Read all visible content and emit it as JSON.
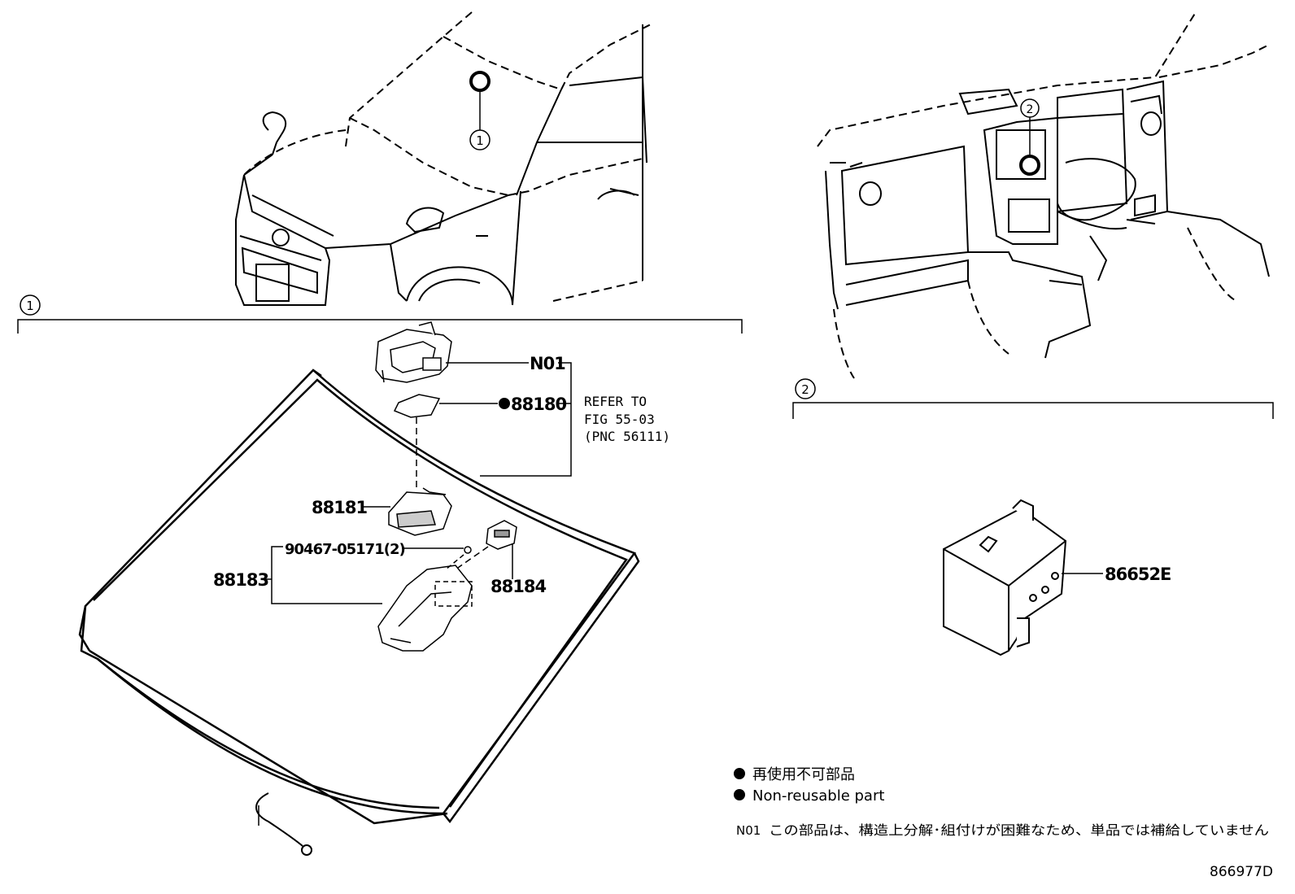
{
  "sections": [
    {
      "marker": "1"
    },
    {
      "marker": "2"
    }
  ],
  "locators": [
    {
      "marker": "1"
    },
    {
      "marker": "2"
    }
  ],
  "callouts": {
    "n01": "N01",
    "p88180": "88180",
    "p88181": "88181",
    "p88183": "88183",
    "p88184": "88184",
    "p90467": "90467-05171(2)",
    "p86652e": "86652E"
  },
  "refer_note": {
    "line1": "REFER TO",
    "line2": "FIG 55-03",
    "line3": "(PNC 56111)"
  },
  "legend": {
    "jp": "再使用不可部品",
    "en": "Non-reusable part",
    "n01_code": "N01",
    "n01_text": "この部品は、構造上分解･組付けが困難なため、単品では補給していません"
  },
  "diagram_id": "866977D"
}
